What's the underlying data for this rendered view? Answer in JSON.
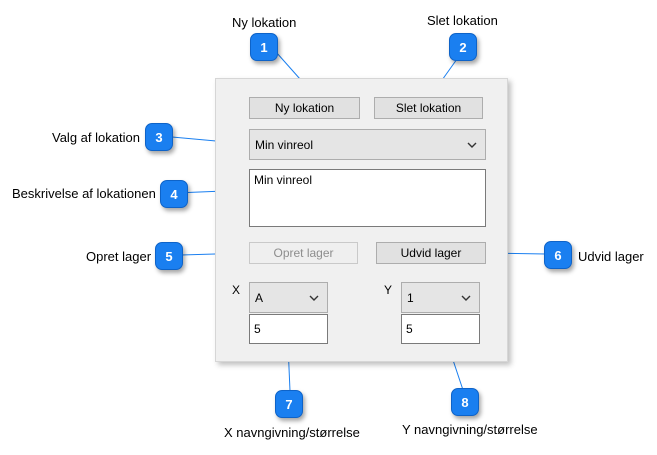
{
  "callouts": {
    "c1": {
      "num": "1",
      "label": "Ny lokation"
    },
    "c2": {
      "num": "2",
      "label": "Slet lokation"
    },
    "c3": {
      "num": "3",
      "label": "Valg af lokation"
    },
    "c4": {
      "num": "4",
      "label": "Beskrivelse af lokationen"
    },
    "c5": {
      "num": "5",
      "label": "Opret lager"
    },
    "c6": {
      "num": "6",
      "label": "Udvid lager"
    },
    "c7": {
      "num": "7",
      "label": "X navngivning/størrelse"
    },
    "c8": {
      "num": "8",
      "label": "Y navngivning/størrelse"
    }
  },
  "panel": {
    "new_location_button": "Ny lokation",
    "delete_location_button": "Slet lokation",
    "location_select": "Min vinreol",
    "description_text": "Min vinreol",
    "create_storage_button": "Opret lager",
    "extend_storage_button": "Udvid lager",
    "x_label": "X",
    "x_select": "A",
    "x_size": "5",
    "y_label": "Y",
    "y_select": "1",
    "y_size": "5"
  },
  "colors": {
    "badge": "#1a7ff0",
    "callout_line": "#1a7ff0"
  }
}
